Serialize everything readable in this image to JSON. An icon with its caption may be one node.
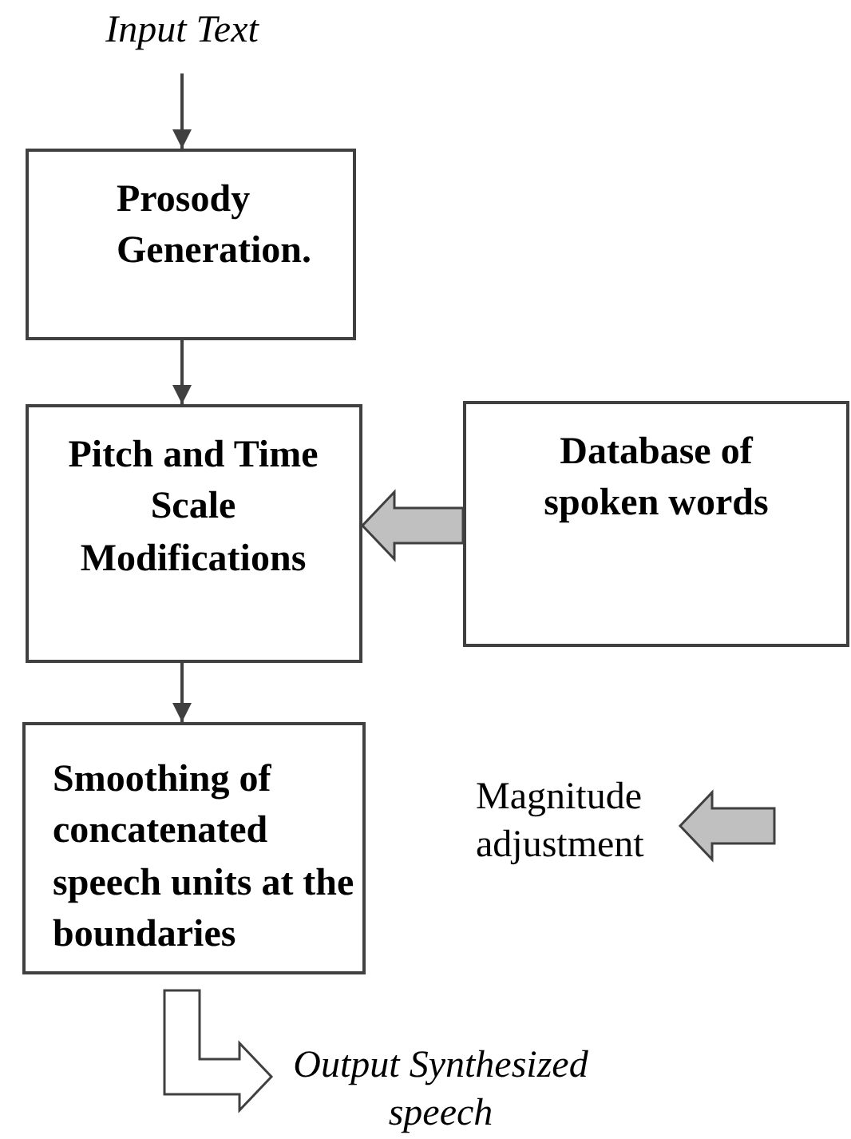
{
  "diagram": {
    "nodes": [
      {
        "text": [
          "Input Text"
        ]
      },
      {
        "text": [
          "Prosody Generation."
        ]
      },
      {
        "text": [
          "Pitch and Time Scale Modifications"
        ]
      },
      {
        "text": [
          "Database of spoken words"
        ]
      },
      {
        "text": [
          "Smoothing of concatenated speech units at the boundaries"
        ]
      },
      {
        "text": [
          "Magnitude adjustment"
        ]
      },
      {
        "text": [
          "Output Synthesized speech"
        ]
      }
    ],
    "edges": [
      {
        "from": 0,
        "to": 1,
        "arrow": "to"
      },
      {
        "from": 1,
        "to": 2,
        "arrow": "to"
      },
      {
        "from": 3,
        "to": 2,
        "arrow": "to",
        "style": "thick",
        "color": "#c0c0c0"
      },
      {
        "from": 2,
        "to": 4,
        "arrow": "to"
      },
      {
        "from": null,
        "to": 5,
        "arrow": "to",
        "style": "thick",
        "color": "#c0c0c0"
      },
      {
        "from": 4,
        "to": 6,
        "arrow": "to",
        "style": "thick"
      }
    ]
  }
}
